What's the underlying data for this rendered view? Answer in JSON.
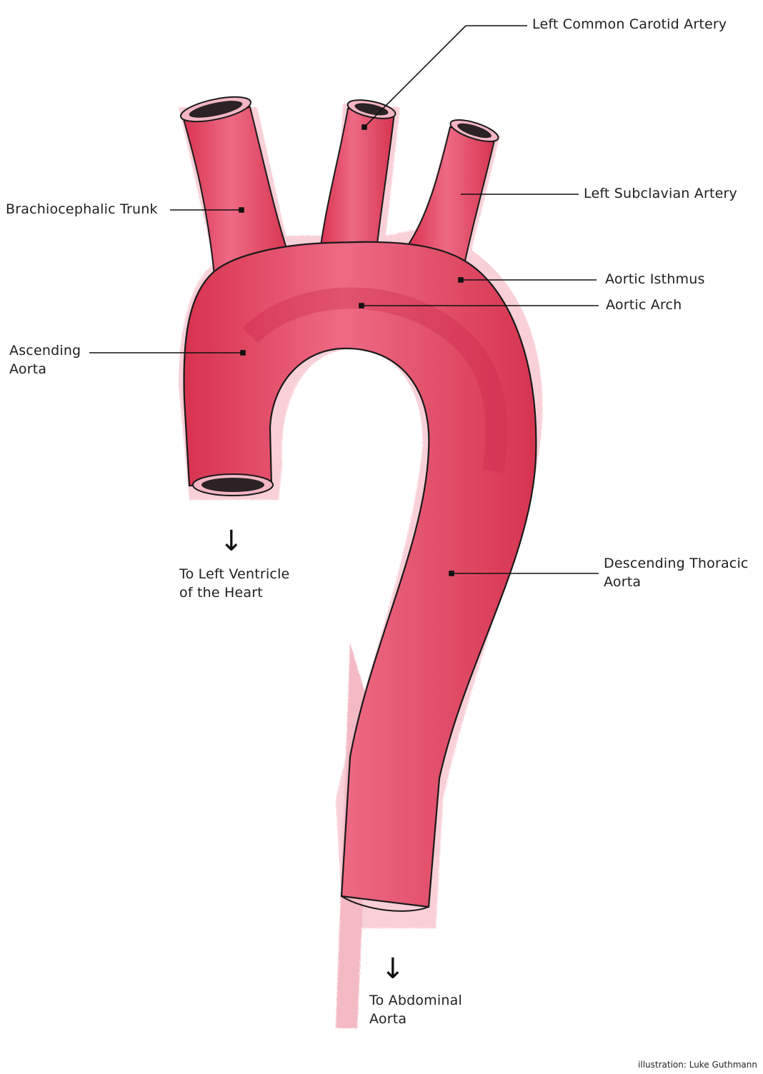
{
  "diagram": {
    "subject": "Thoracic aorta and aortic arch branches",
    "colors": {
      "vessel": "#e0445f",
      "vessel_light": "#f29bb0",
      "vessel_dark": "#c8284a",
      "lumen": "#2a2224",
      "outline": "#1a1a1a",
      "text": "#1e1e1e"
    },
    "labels": {
      "left_common_carotid": "Left Common Carotid Artery",
      "left_subclavian": "Left Subclavian Artery",
      "brachiocephalic": "Brachiocephalic Trunk",
      "aortic_isthmus": "Aortic Isthmus",
      "aortic_arch": "Aortic Arch",
      "ascending_1": "Ascending",
      "ascending_2": "Aorta",
      "descending_1": "Descending Thoracic",
      "descending_2": "Aorta",
      "to_lv_1": "To Left Ventricle",
      "to_lv_2": "of the Heart",
      "to_abd_1": "To Abdominal",
      "to_abd_2": "Aorta"
    },
    "arrows": {
      "down": "↓"
    },
    "credit": "illustration: Luke Guthmann"
  }
}
